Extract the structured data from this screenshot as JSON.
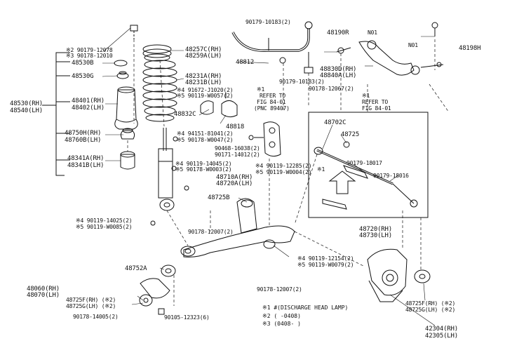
{
  "colors": {
    "ink": "#111111",
    "paper": "#ffffff",
    "gray": "#9a9a9a"
  },
  "labels": {
    "n1_90179_12078": "90179-12078",
    "n2_90178_12010": "90178-12010",
    "p48530b": "48530B",
    "p48530g": "48530G",
    "p48530_rh": "48530(RH)",
    "p48540_lh": "48540(LH)",
    "p48401_rh": "48401(RH)",
    "p48402_lh": "48402(LH)",
    "p48750h_rh": "48750H(RH)",
    "p48760b_lh": "48760B(LH)",
    "p48341a_rh": "48341A(RH)",
    "p48341b_lh": "48341B(LH)",
    "p48257c_rh": "48257C(RH)",
    "p48259a_lh": "48259A(LH)",
    "p48231a_rh": "48231A(RH)",
    "p48231b_lh": "48231B(LH)",
    "n4_91672_j1020": "91672-J1020(2)",
    "n5_90119_w0057": "90119-W0057(2)",
    "p48832c": "48832C",
    "n4_94151_81041": "94151-81041(2)",
    "n5_90178_w0047": "90178-W0047(2)",
    "p48818": "48818",
    "p90179_10183_top": "90179-10183(2)",
    "p48812": "48812",
    "p90179_10183_mid": "90179-10183(2)",
    "refer_to_1": "REFER TO",
    "fig_84_01_a": "FIG 84-01",
    "pnc_89407": "(PNC 89407)",
    "p90468_16038": "90468-16038(2)",
    "p90171_14012": "90171-14012(2)",
    "n4_90119_14045": "90119-14045(2)",
    "n5_90178_w0003": "90178-W0003(2)",
    "n4_90119_12285": "90119-12285(2)",
    "n5_90119_w0004": "90119-W0004(2)",
    "p48710a_rh": "48710A(RH)",
    "p48720a_lh": "48720A(LH)",
    "p48725b": "48725B",
    "n4_90119_14025": "90119-14025(2)",
    "n5_90119_w0085": "90119-W0085(2)",
    "p90178_12007_a": "90178-12007(2)",
    "p48752a": "48752A",
    "p48060_rh": "48060(RH)",
    "p48070_lh": "48070(LH)",
    "p48725f_rh": "48725F(RH)",
    "p48725g_lh": "48725G(LH)",
    "p90178_14005": "90178-14005(2)",
    "p90105_12323": "90105-12323(6)",
    "n4_90119_12154": "90119-12154(2)",
    "n5_90119_w0079": "90119-W0079(2)",
    "p90178_12007_b": "90178-12007(2)",
    "p48190r": "48190R",
    "n01_a": "N01",
    "n01_b": "N01",
    "p48198h": "48198H",
    "p48830d_rh": "48830D(RH)",
    "p48840a_lh": "48840A(LH)",
    "p90178_12067": "90178-12067(2)",
    "refer_to_2": "REFER TO",
    "fig_84_01_b": "FIG 84-01",
    "p48702c": "48702C",
    "p48725": "48725",
    "p90179_18017": "90179-18017",
    "p90179_18016": "90179-18016",
    "p48720_rh": "48720(RH)",
    "p48730_lh": "48730(LH)",
    "p48725f_rh2": "48725F(RH)",
    "p48725g_lh2": "48725G(LH)",
    "p42304_rh": "42304(RH)",
    "p42305_lh": "42305(LH)"
  },
  "legend": {
    "mark1": "※1",
    "text1": "#(DISCHARGE HEAD LAMP)",
    "mark2": "※2",
    "text2": "(     -0408)",
    "mark3": "※3",
    "text3": "(0408-     )"
  }
}
